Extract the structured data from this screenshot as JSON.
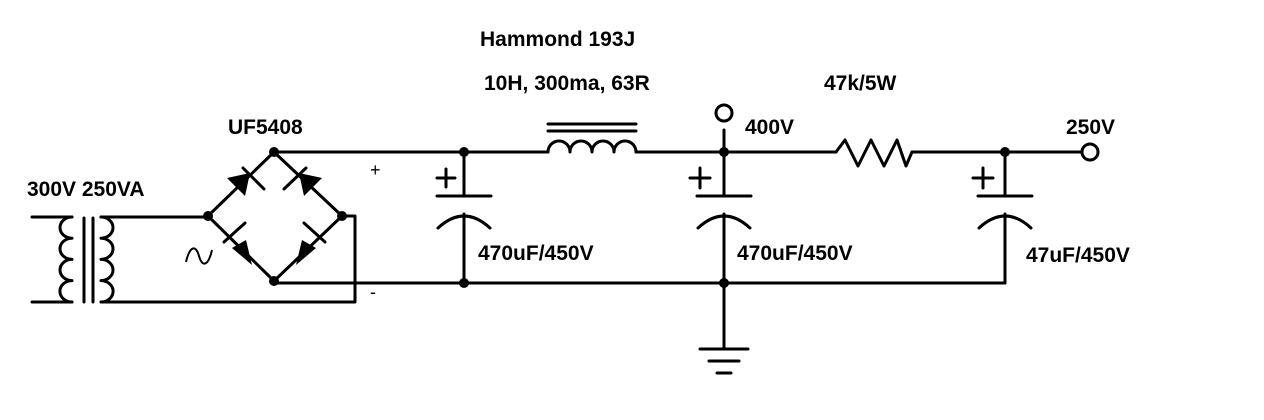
{
  "labels": {
    "transformer": "300V 250VA",
    "rectifier": "UF5408",
    "choke_name": "Hammond 193J",
    "choke_spec": "10H, 300ma, 63R",
    "node_400": "400V",
    "resistor": "47k/5W",
    "node_250": "250V",
    "cap1": "470uF/450V",
    "cap2": "470uF/450V",
    "cap3": "47uF/450V",
    "plus": "+",
    "minus": "-",
    "cap_plus": "+",
    "ac_symbol": "~"
  },
  "colors": {
    "ink": "#000000",
    "background": "#ffffff"
  }
}
